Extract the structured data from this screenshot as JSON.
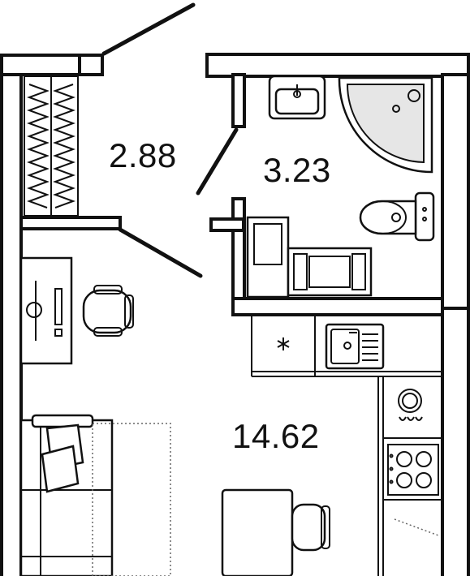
{
  "rooms": [
    {
      "id": "hall",
      "area": "2.88"
    },
    {
      "id": "bathroom",
      "area": "3.23"
    },
    {
      "id": "living",
      "area": "14.62"
    }
  ],
  "icons": {
    "fridge": "asterisk-icon",
    "stove": "hob-icon"
  },
  "colors": {
    "ink": "#111111",
    "background": "#ffffff"
  }
}
